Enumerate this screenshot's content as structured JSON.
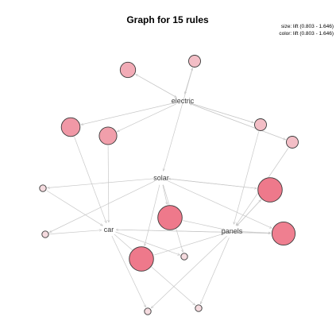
{
  "title": "Graph for 15 rules",
  "legend": {
    "size_text": "size: lift (0.803 - 1.646)",
    "color_text": "color: lift (0.803 - 1.646)"
  },
  "items": [
    {
      "id": "electric",
      "label": "electric"
    },
    {
      "id": "solar",
      "label": "solar"
    },
    {
      "id": "car",
      "label": "car"
    },
    {
      "id": "panels",
      "label": "panels"
    }
  ],
  "colors": {
    "edge": "#c8c8c8",
    "node_stroke": "#3a3a3a",
    "scale_low": "#f5dde1",
    "scale_high": "#ee7386"
  },
  "chart_data": {
    "type": "graph",
    "title": "Graph for 15 rules",
    "size_measure": "lift",
    "color_measure": "lift",
    "measure_range": [
      0.803,
      1.646
    ],
    "rules": [
      {
        "id": "r1",
        "lift": 1.2
      },
      {
        "id": "r2",
        "lift": 1.05
      },
      {
        "id": "r3",
        "lift": 1.35
      },
      {
        "id": "r4",
        "lift": 1.3
      },
      {
        "id": "r5",
        "lift": 1.05
      },
      {
        "id": "r6",
        "lift": 1.05
      },
      {
        "id": "r7",
        "lift": 0.82
      },
      {
        "id": "r8",
        "lift": 1.6
      },
      {
        "id": "r9",
        "lift": 0.82
      },
      {
        "id": "r10",
        "lift": 1.6
      },
      {
        "id": "r11",
        "lift": 1.55
      },
      {
        "id": "r12",
        "lift": 0.82
      },
      {
        "id": "r13",
        "lift": 1.6
      },
      {
        "id": "r14",
        "lift": 0.82
      },
      {
        "id": "r15",
        "lift": 0.82
      }
    ],
    "edges": [
      {
        "from": "r1",
        "to": "electric"
      },
      {
        "from": "electric",
        "to": "r1"
      },
      {
        "from": "r2",
        "to": "electric"
      },
      {
        "from": "electric",
        "to": "r2"
      },
      {
        "from": "electric",
        "to": "r3"
      },
      {
        "from": "electric",
        "to": "r4"
      },
      {
        "from": "r5",
        "to": "electric"
      },
      {
        "from": "electric",
        "to": "r5"
      },
      {
        "from": "r6",
        "to": "electric"
      },
      {
        "from": "electric",
        "to": "r6"
      },
      {
        "from": "r3",
        "to": "car"
      },
      {
        "from": "r4",
        "to": "car"
      },
      {
        "from": "solar",
        "to": "r7"
      },
      {
        "from": "r7",
        "to": "car"
      },
      {
        "from": "solar",
        "to": "r9"
      },
      {
        "from": "solar",
        "to": "r8"
      },
      {
        "from": "r8",
        "to": "panels"
      },
      {
        "from": "solar",
        "to": "r10"
      },
      {
        "from": "r10",
        "to": "panels"
      },
      {
        "from": "solar",
        "to": "r11"
      },
      {
        "from": "r11",
        "to": "car"
      },
      {
        "from": "panels",
        "to": "r11"
      },
      {
        "from": "solar",
        "to": "r12"
      },
      {
        "from": "car",
        "to": "r12"
      },
      {
        "from": "solar",
        "to": "r13"
      },
      {
        "from": "r13",
        "to": "panels"
      },
      {
        "from": "car",
        "to": "r14"
      },
      {
        "from": "panels",
        "to": "r14"
      },
      {
        "from": "car",
        "to": "r15"
      },
      {
        "from": "panels",
        "to": "r15"
      },
      {
        "from": "r5",
        "to": "panels"
      },
      {
        "from": "r6",
        "to": "panels"
      },
      {
        "from": "r9",
        "to": "car"
      },
      {
        "from": "panels",
        "to": "r8"
      },
      {
        "from": "car",
        "to": "r11"
      },
      {
        "from": "r2",
        "to": "solar"
      },
      {
        "from": "r8",
        "to": "solar"
      }
    ]
  }
}
